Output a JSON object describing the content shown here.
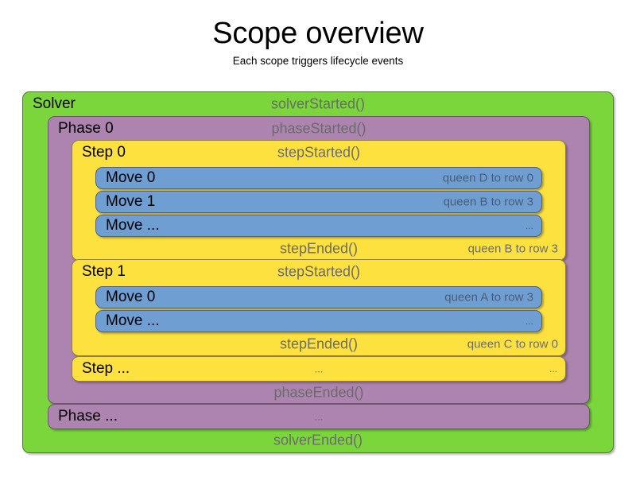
{
  "header": {
    "title": "Scope overview",
    "subtitle": "Each scope triggers lifecycle events"
  },
  "colors": {
    "solver": "#7ad63b",
    "phase": "#ad84b0",
    "step": "#fde13f",
    "move": "#6f9ed2",
    "muted_text": "#6b6b6b",
    "move_text": "#4c5d74",
    "background": "#ffffff"
  },
  "solver": {
    "name": "Solver",
    "started_event": "solverStarted()",
    "ended_event": "solverEnded()",
    "phases": [
      {
        "name": "Phase 0",
        "started_event": "phaseStarted()",
        "ended_event": "phaseEnded()",
        "steps": [
          {
            "name": "Step 0",
            "started_event": "stepStarted()",
            "ended_event": "stepEnded()",
            "ended_note": "queen B to row 3",
            "moves": [
              {
                "name": "Move 0",
                "note": "queen D to row 0"
              },
              {
                "name": "Move 1",
                "note": "queen B to row 3"
              },
              {
                "name": "Move ...",
                "note": "..."
              }
            ]
          },
          {
            "name": "Step 1",
            "started_event": "stepStarted()",
            "ended_event": "stepEnded()",
            "ended_note": "queen C to row 0",
            "moves": [
              {
                "name": "Move 0",
                "note": "queen A to row 3"
              },
              {
                "name": "Move ...",
                "note": "..."
              }
            ]
          }
        ],
        "more_step": {
          "name": "Step ...",
          "center": "...",
          "note": "..."
        }
      }
    ],
    "more_phase": {
      "name": "Phase ...",
      "center": "..."
    }
  }
}
